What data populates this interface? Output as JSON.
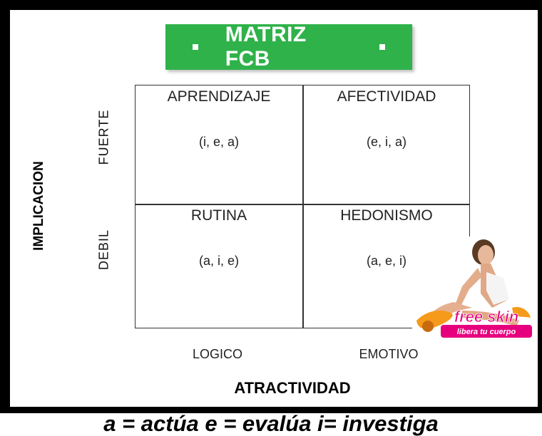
{
  "title": "MATRIZ FCB",
  "quadrants": [
    {
      "label": "APRENDIZAJE",
      "value": "(i, e, a)"
    },
    {
      "label": "AFECTIVIDAD",
      "value": "(e, i, a)"
    },
    {
      "label": "RUTINA",
      "value": "(a, i, e)"
    },
    {
      "label": "HEDONISMO",
      "value": "(a, e, i)"
    }
  ],
  "y_axis": {
    "title": "IMPLICACION",
    "high": "FUERTE",
    "low": "DEBIL"
  },
  "x_axis": {
    "title": "ATRACTIVIDAD",
    "left": "LOGICO",
    "right": "EMOTIVO"
  },
  "legend": "a = actúa  e = evalúa   i= investiga",
  "logo": {
    "text": "free skin",
    "tagline": "libera tu cuerpo",
    "icon": "woman-skincare-logo"
  },
  "colors": {
    "title_bg": "#2fb24a",
    "frame": "#000000",
    "logo_text": "#e6007e",
    "logo_accent": "#f59a1b"
  }
}
